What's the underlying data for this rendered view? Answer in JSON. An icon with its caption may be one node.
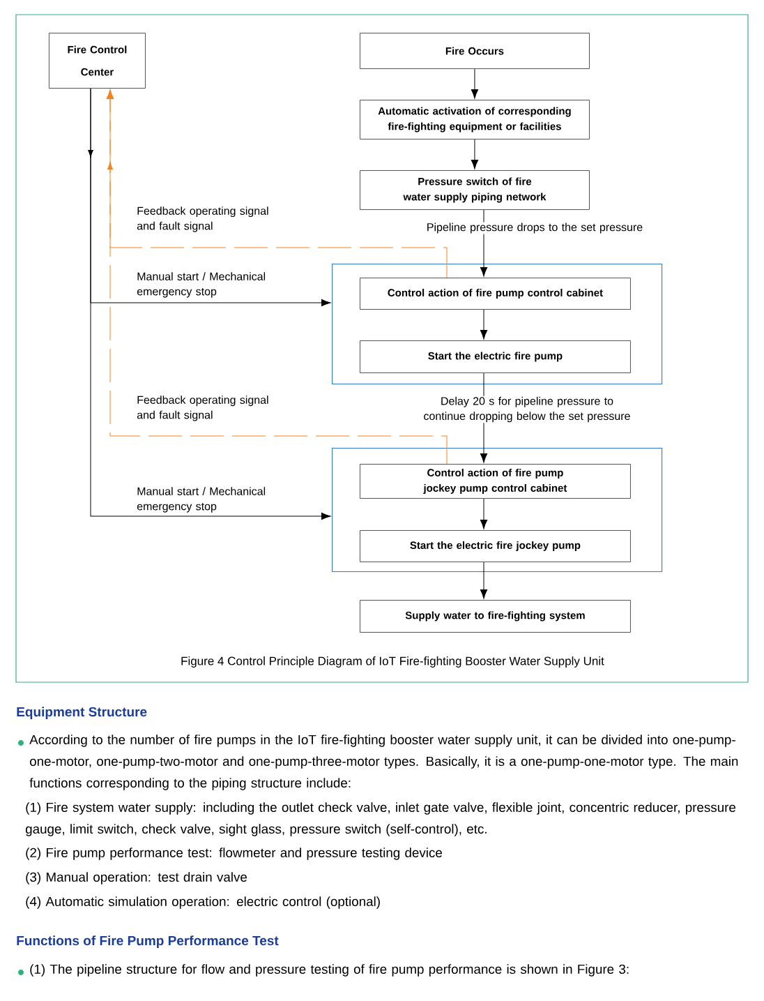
{
  "diagram": {
    "caption": "Figure 4 Control Principle Diagram of IoT Fire-fighting Booster Water Supply Unit",
    "nodes": [
      {
        "text": [
          "Fire Control Center"
        ]
      },
      {
        "text": [
          "Fire Occurs"
        ]
      },
      {
        "text": [
          "Automatic activation of corresponding fire-fighting equipment or facilities"
        ]
      },
      {
        "text": [
          "Pressure switch of fire water supply piping network"
        ]
      },
      {
        "text": [],
        "shape": "box"
      },
      {
        "text": [
          "Control action of fire pump control cabinet"
        ],
        "in": 4
      },
      {
        "text": [
          "Start the electric fire pump"
        ],
        "in": 4
      },
      {
        "text": [],
        "shape": "box"
      },
      {
        "text": [
          "Control action of fire pump jockey pump control cabinet"
        ],
        "in": 7
      },
      {
        "text": [
          "Start the electric fire jockey pump"
        ],
        "in": 7
      },
      {
        "text": [
          "Supply water to fire-fighting system"
        ]
      }
    ],
    "edges": [
      {
        "from": 1,
        "to": 2,
        "arrow": "to"
      },
      {
        "from": 2,
        "to": 3,
        "arrow": "to"
      },
      {
        "from": 3,
        "to": 5,
        "arrow": "to",
        "label": "Pipeline pressure drops to the set pressure"
      },
      {
        "from": 5,
        "to": 6,
        "arrow": "to"
      },
      {
        "from": 6,
        "to": 8,
        "arrow": "to",
        "label": "Delay 20 s for pipeline pressure to continue dropping below the set pressure"
      },
      {
        "from": 8,
        "to": 9,
        "arrow": "to"
      },
      {
        "from": 9,
        "to": 10,
        "arrow": "to"
      },
      {
        "from": 0,
        "to": 4,
        "arrow": "to",
        "label": "Manual start / Mechanical emergency stop"
      },
      {
        "from": 0,
        "to": 7,
        "arrow": "to",
        "label": "Manual start / Mechanical emergency stop"
      },
      {
        "from": 5,
        "to": 0,
        "arrow": "to",
        "style": "dashed",
        "color": "#f5821f",
        "label": "Feedback operating signal and fault signal"
      },
      {
        "from": 8,
        "to": 0,
        "arrow": "to",
        "style": "dashed",
        "color": "#f5821f",
        "label": "Feedback operating signal and fault signal"
      }
    ],
    "labels": [
      "Equipment Structure",
      "According to the number of fire pumps in the IoT fire-fighting booster water supply unit, it can be divided into one-pump-one-motor, one-pump-two-motor and one-pump-three-motor types. Basically, it is a one-pump-one-motor type. The main functions corresponding to the piping structure include:",
      "(1) Fire system water supply: including the outlet check valve, inlet gate valve, flexible joint, concentric reducer, pressure gauge, limit switch, check valve, sight glass, pressure switch (self-control), etc.",
      "(2) Fire pump performance test: flowmeter and pressure testing device",
      "(3) Manual operation: test drain valve",
      "(4) Automatic simulation operation: electric control (optional)",
      "Functions of Fire Pump Performance Test",
      "(1) The pipeline structure for flow and pressure testing of fire pump performance is shown in Figure 3:"
    ]
  }
}
